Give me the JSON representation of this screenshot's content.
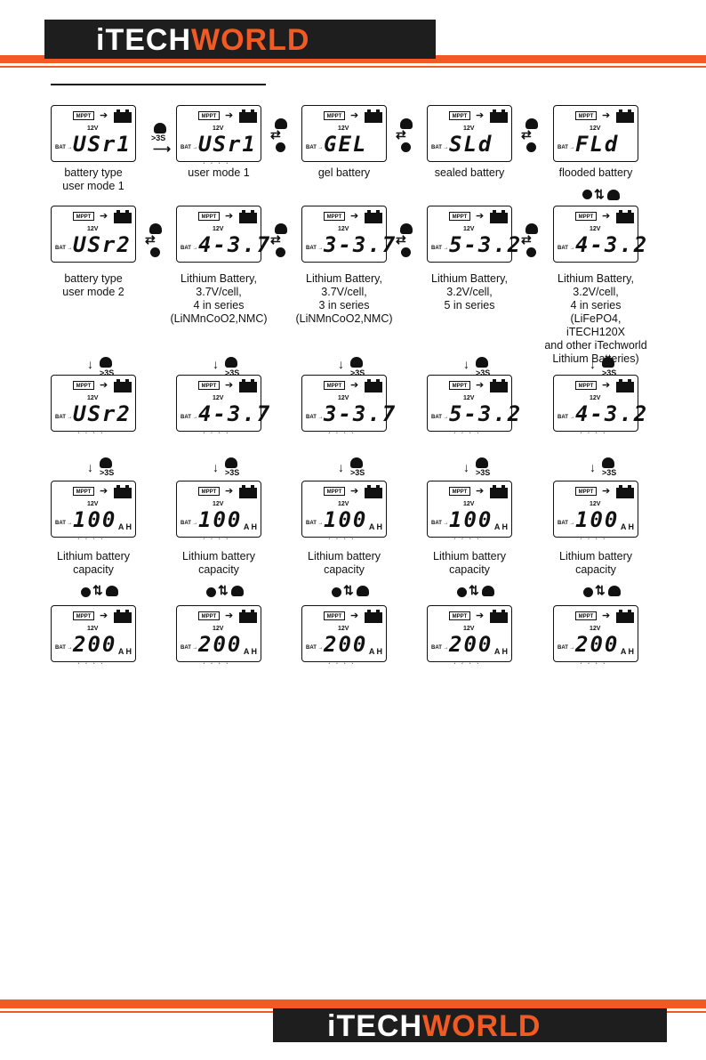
{
  "brand": {
    "white": "iTECH",
    "orange": "WORLD"
  },
  "colors": {
    "accent": "#f15a22",
    "dark": "#1e1e1e"
  },
  "panel": {
    "mppt": "MPPT",
    "voltage": "12V",
    "bat": "BAT",
    "unit": "A H",
    "hold": ">3S"
  },
  "row1": [
    {
      "lcd": "USr1",
      "caption": "battery type\nuser mode 1"
    },
    {
      "lcd": "USr1",
      "caption": "user mode 1"
    },
    {
      "lcd": "GEL",
      "caption": "gel battery"
    },
    {
      "lcd": "SLd",
      "caption": "sealed battery"
    },
    {
      "lcd": "FLd",
      "caption": "flooded battery"
    }
  ],
  "row2": [
    {
      "lcd": "USr2",
      "caption": "battery type\nuser mode 2"
    },
    {
      "lcd": "4-3.7",
      "caption": "Lithium Battery,\n3.7V/cell,\n4 in series\n(LiNMnCoO2,NMC)"
    },
    {
      "lcd": "3-3.7",
      "caption": "Lithium Battery,\n3.7V/cell,\n3 in series\n(LiNMnCoO2,NMC)"
    },
    {
      "lcd": "5-3.2",
      "caption": "Lithium Battery,\n3.2V/cell,\n5 in series"
    },
    {
      "lcd": "4-3.2",
      "caption": "Lithium Battery,\n3.2V/cell,\n4 in series\n(LiFePO4, iTECH120X\nand other iTechworld\nLithium Batteries)"
    }
  ],
  "row3": [
    "USr2",
    "4-3.7",
    "3-3.7",
    "5-3.2",
    "4-3.2"
  ],
  "row4": {
    "lcd": "100",
    "caption": "Lithium battery\ncapacity"
  },
  "row5": {
    "lcd": "200"
  }
}
